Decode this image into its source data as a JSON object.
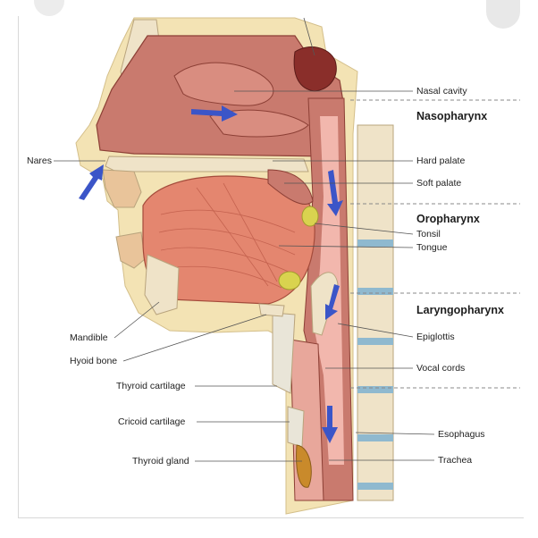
{
  "regions": {
    "nasopharynx": "Nasopharynx",
    "oropharynx": "Oropharynx",
    "laryngopharynx": "Laryngopharynx"
  },
  "labels_right": {
    "nasal_cavity": "Nasal cavity",
    "hard_palate": "Hard palate",
    "soft_palate": "Soft palate",
    "tonsil": "Tonsil",
    "tongue": "Tongue",
    "epiglottis": "Epiglottis",
    "vocal_cords": "Vocal cords",
    "esophagus": "Esophagus",
    "trachea": "Trachea"
  },
  "labels_left": {
    "nares": "Nares",
    "mandible": "Mandible",
    "hyoid_bone": "Hyoid bone",
    "thyroid_cartilage": "Thyroid cartilage",
    "cricoid_cartilage": "Cricoid cartilage",
    "thyroid_gland": "Thyroid gland"
  },
  "colors": {
    "skin": "#f3e3b4",
    "bone": "#efe3c8",
    "tissue": "#c97a6e",
    "tongue": "#e4866f",
    "airway": "#f2b7ad",
    "arrow": "#3b55c8",
    "vertebra_disc": "#8fb9cf"
  }
}
